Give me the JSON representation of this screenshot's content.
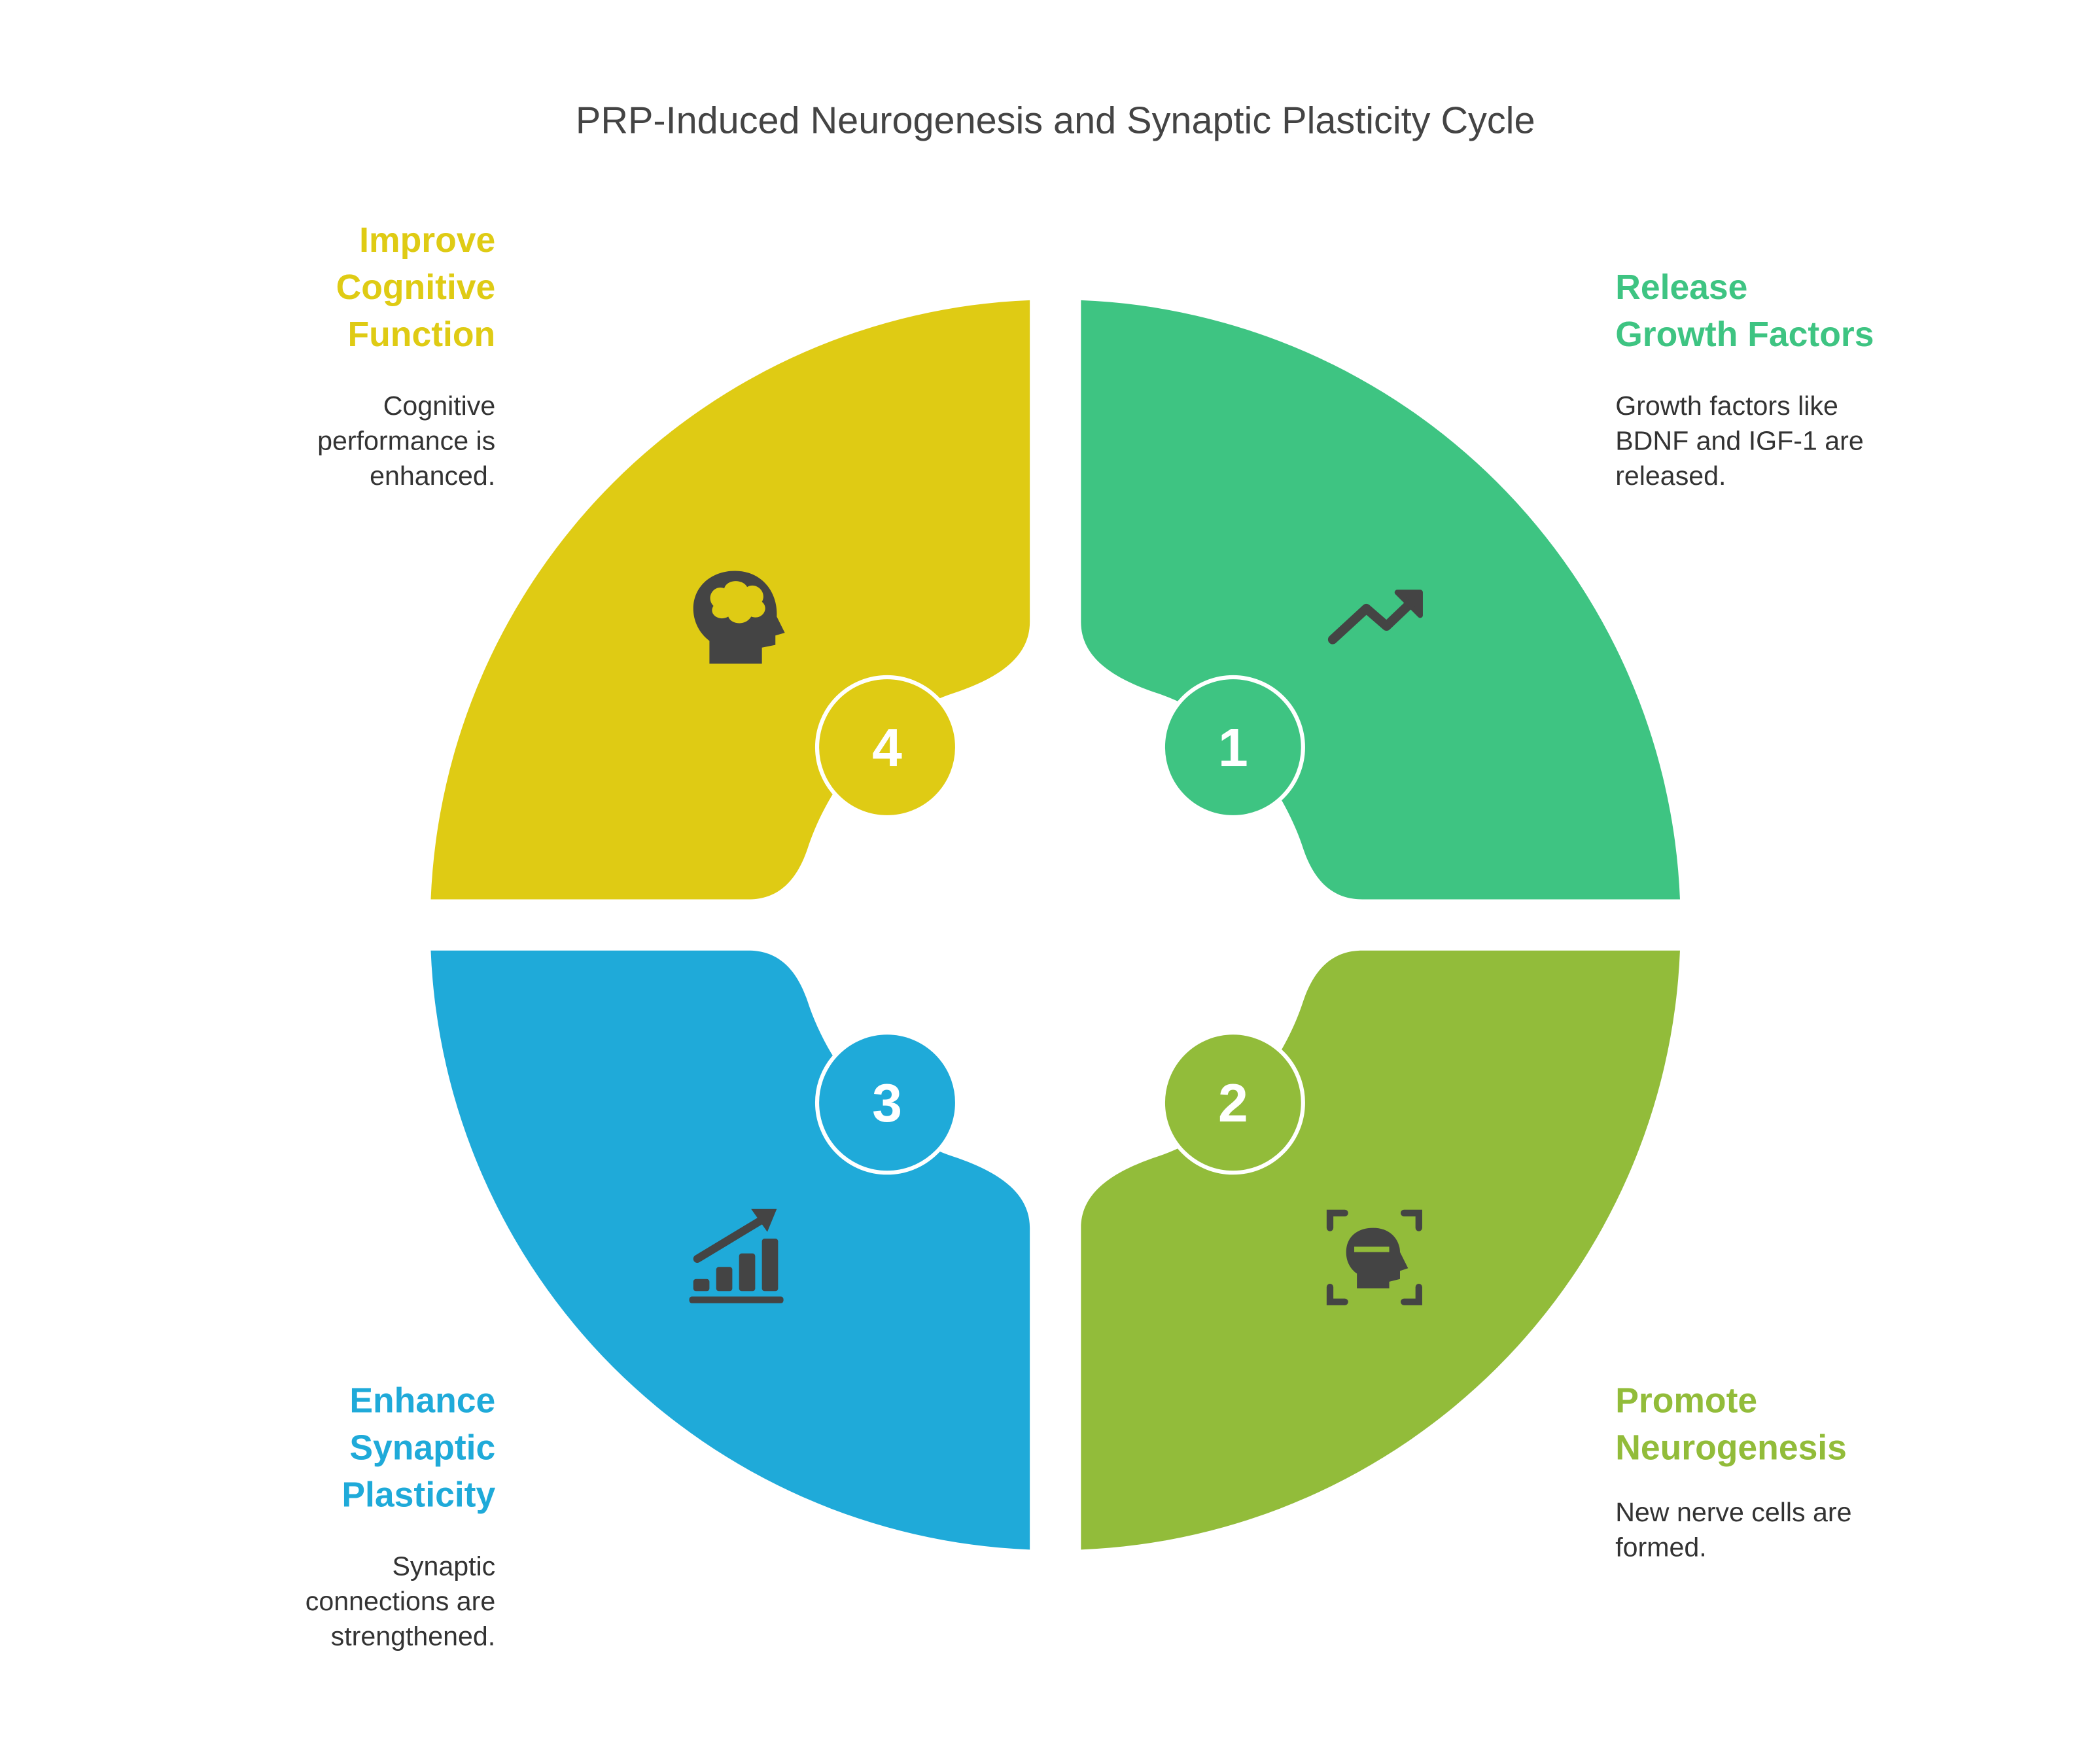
{
  "title": "PRP-Induced Neurogenesis and Synaptic Plasticity Cycle",
  "colors": {
    "step1": "#3EC482",
    "step2": "#92BC3A",
    "step3": "#1FAAD9",
    "step4": "#DFCB14",
    "icon": "#444444"
  },
  "steps": [
    {
      "number": "1",
      "heading": [
        "Release",
        "Growth Factors"
      ],
      "body": [
        "Growth factors like",
        "BDNF and IGF-1 are",
        "released."
      ],
      "icon": "trending-up-icon"
    },
    {
      "number": "2",
      "heading": [
        "Promote",
        "Neurogenesis"
      ],
      "body": [
        "New nerve cells are",
        "formed."
      ],
      "icon": "head-scan-icon"
    },
    {
      "number": "3",
      "heading": [
        "Enhance",
        "Synaptic",
        "Plasticity"
      ],
      "body": [
        "Synaptic",
        "connections are",
        "strengthened."
      ],
      "icon": "growth-chart-icon"
    },
    {
      "number": "4",
      "heading": [
        "Improve",
        "Cognitive",
        "Function"
      ],
      "body": [
        "Cognitive",
        "performance is",
        "enhanced."
      ],
      "icon": "brain-head-icon"
    }
  ]
}
